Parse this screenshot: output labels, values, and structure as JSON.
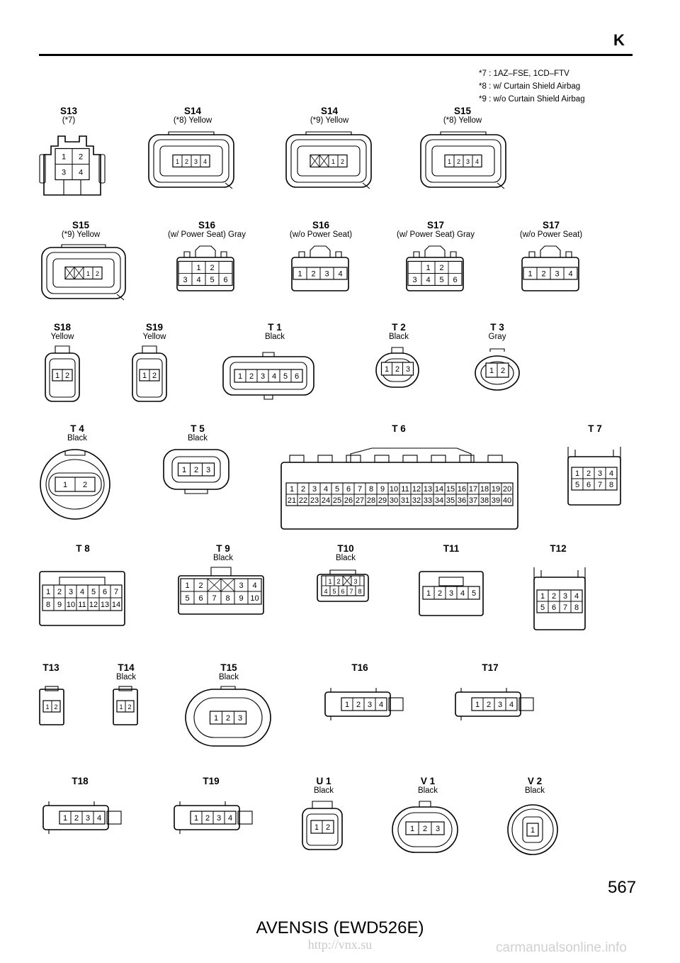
{
  "header": {
    "section": "K"
  },
  "notes": [
    "*7 : 1AZ–FSE, 1CD–FTV",
    "*8 : w/ Curtain Shield Airbag",
    "*9 : w/o Curtain Shield Airbag"
  ],
  "footer": {
    "page": "567",
    "model": "AVENSIS (EWD526E)",
    "watermark_url": "http://vnx.su",
    "watermark_site": "carmanualsonline.info"
  },
  "connectors": [
    {
      "id": "S13",
      "sub": "(*7)",
      "pins": [
        "1",
        "2",
        "3",
        "4"
      ]
    },
    {
      "id": "S14",
      "sub": "(*8)  Yellow",
      "pins": [
        "1",
        "2",
        "3",
        "4"
      ]
    },
    {
      "id": "S14",
      "sub": "(*9)  Yellow",
      "pins": [
        "1",
        "2"
      ]
    },
    {
      "id": "S15",
      "sub": "(*8)  Yellow",
      "pins": [
        "1",
        "2",
        "3",
        "4"
      ]
    },
    {
      "id": "S15",
      "sub": "(*9)  Yellow",
      "pins": [
        "1",
        "2"
      ]
    },
    {
      "id": "S16",
      "sub": "(w/ Power Seat)  Gray",
      "pins": [
        "1",
        "2",
        "3",
        "4",
        "5",
        "6"
      ]
    },
    {
      "id": "S16",
      "sub": "(w/o Power Seat)",
      "pins": [
        "1",
        "2",
        "3",
        "4"
      ]
    },
    {
      "id": "S17",
      "sub": "(w/ Power Seat)  Gray",
      "pins": [
        "1",
        "2",
        "3",
        "4",
        "5",
        "6"
      ]
    },
    {
      "id": "S17",
      "sub": "(w/o Power Seat)",
      "pins": [
        "1",
        "2",
        "3",
        "4"
      ]
    },
    {
      "id": "S18",
      "sub": "Yellow",
      "pins": [
        "1",
        "2"
      ]
    },
    {
      "id": "S19",
      "sub": "Yellow",
      "pins": [
        "1",
        "2"
      ]
    },
    {
      "id": "T 1",
      "sub": "Black",
      "pins": [
        "1",
        "2",
        "3",
        "4",
        "5",
        "6"
      ]
    },
    {
      "id": "T 2",
      "sub": "Black",
      "pins": [
        "1",
        "2",
        "3"
      ]
    },
    {
      "id": "T 3",
      "sub": "Gray",
      "pins": [
        "1",
        "2"
      ]
    },
    {
      "id": "T 4",
      "sub": "Black",
      "pins": [
        "1",
        "2"
      ]
    },
    {
      "id": "T 5",
      "sub": "Black",
      "pins": [
        "1",
        "2",
        "3"
      ]
    },
    {
      "id": "T 6",
      "sub": "",
      "pins": [
        "1",
        "2",
        "3",
        "4",
        "5",
        "6",
        "7",
        "8",
        "9",
        "10",
        "11",
        "12",
        "13",
        "14",
        "15",
        "16",
        "17",
        "18",
        "19",
        "20",
        "21",
        "22",
        "23",
        "24",
        "25",
        "26",
        "27",
        "28",
        "29",
        "30",
        "31",
        "32",
        "33",
        "34",
        "35",
        "36",
        "37",
        "38",
        "39",
        "40"
      ]
    },
    {
      "id": "T 7",
      "sub": "",
      "pins": [
        "1",
        "2",
        "3",
        "4",
        "5",
        "6",
        "7",
        "8"
      ]
    },
    {
      "id": "T 8",
      "sub": "",
      "pins": [
        "1",
        "2",
        "3",
        "4",
        "5",
        "6",
        "7",
        "8",
        "9",
        "10",
        "11",
        "12",
        "13",
        "14"
      ]
    },
    {
      "id": "T 9",
      "sub": "Black",
      "pins": [
        "1",
        "2",
        "3",
        "4",
        "5",
        "6",
        "7",
        "8",
        "9",
        "10"
      ]
    },
    {
      "id": "T10",
      "sub": "Black",
      "pins": [
        "1",
        "2",
        "3",
        "4",
        "5",
        "6",
        "7",
        "8"
      ]
    },
    {
      "id": "T11",
      "sub": "",
      "pins": [
        "1",
        "2",
        "3",
        "4",
        "5"
      ]
    },
    {
      "id": "T12",
      "sub": "",
      "pins": [
        "1",
        "2",
        "3",
        "4",
        "5",
        "6",
        "7",
        "8"
      ]
    },
    {
      "id": "T13",
      "sub": "",
      "pins": [
        "1",
        "2"
      ]
    },
    {
      "id": "T14",
      "sub": "Black",
      "pins": [
        "1",
        "2"
      ]
    },
    {
      "id": "T15",
      "sub": "Black",
      "pins": [
        "1",
        "2",
        "3"
      ]
    },
    {
      "id": "T16",
      "sub": "",
      "pins": [
        "1",
        "2",
        "3",
        "4"
      ]
    },
    {
      "id": "T17",
      "sub": "",
      "pins": [
        "1",
        "2",
        "3",
        "4"
      ]
    },
    {
      "id": "T18",
      "sub": "",
      "pins": [
        "1",
        "2",
        "3",
        "4"
      ]
    },
    {
      "id": "T19",
      "sub": "",
      "pins": [
        "1",
        "2",
        "3",
        "4"
      ]
    },
    {
      "id": "U 1",
      "sub": "Black",
      "pins": [
        "1",
        "2"
      ]
    },
    {
      "id": "V 1",
      "sub": "Black",
      "pins": [
        "1",
        "2",
        "3"
      ]
    },
    {
      "id": "V 2",
      "sub": "Black",
      "pins": [
        "1"
      ]
    }
  ]
}
